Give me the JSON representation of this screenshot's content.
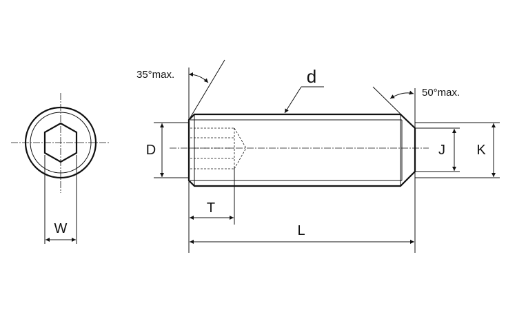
{
  "labels": {
    "angle_left": "35°max.",
    "angle_right": "50°max.",
    "d": "d",
    "D": "D",
    "J": "J",
    "K": "K",
    "T": "T",
    "L": "L",
    "W": "W"
  },
  "colors": {
    "line": "#111111",
    "background": "#ffffff"
  }
}
